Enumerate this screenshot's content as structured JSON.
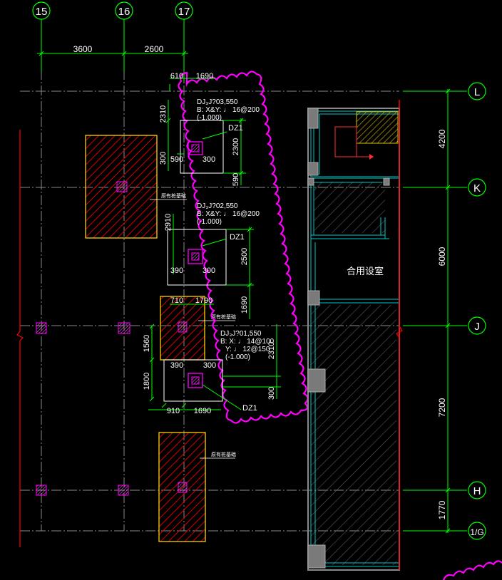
{
  "colors": {
    "grid": "#8a8a8a",
    "dim": "#00ff00",
    "text": "#ffffff",
    "magenta": "#ff00ff",
    "red": "#ff0000",
    "hatch_orange": "#ffd000",
    "cyan": "#00c8c8",
    "yellow": "#ffff00"
  },
  "axes": {
    "top": [
      "15",
      "16",
      "17"
    ],
    "right": [
      "L",
      "K",
      "J",
      "H",
      "1/G"
    ]
  },
  "dims": {
    "top": [
      "3600",
      "2600"
    ],
    "top2": [
      "610",
      "1690"
    ],
    "right": [
      "4200",
      "6000",
      "7200",
      "1770"
    ],
    "f1_left": "2310",
    "f1_right": "2300",
    "f1_b1": "590",
    "f1_b2": "300",
    "f1_side": "300",
    "f1_below": "590",
    "f2_left": "2910",
    "f2_right": "2500",
    "f2_b1": "390",
    "f2_b2": "300",
    "f2_below": "1690",
    "f3_top1": "710",
    "f3_top2": "1790",
    "f3_left1": "1560",
    "f3_left2": "1800",
    "f3_right": "2310",
    "f3_right2": "300",
    "f3_b1": "390",
    "f3_b2": "300",
    "f3_bot1": "910",
    "f3_bot2": "1690"
  },
  "footings": [
    {
      "l1": "DJ₃J?03,550",
      "l2": "B: X&Y: ♩ 16@200",
      "l3": "(-1.000)",
      "col": "DZ1"
    },
    {
      "l1": "DJ₃J?02,550",
      "l2": "B: X&Y: ♩ 16@200",
      "l3": "(-1.000)",
      "col": "DZ1"
    },
    {
      "l1": "DJ₃J?01,550",
      "l2": "B: X: ♩ 14@100",
      "l3": "Y: ♩ 12@150",
      "l4": "(-1.000)",
      "col": "DZ1"
    }
  ],
  "notes": {
    "existing": "原有桩基础",
    "room": "合用设室"
  }
}
